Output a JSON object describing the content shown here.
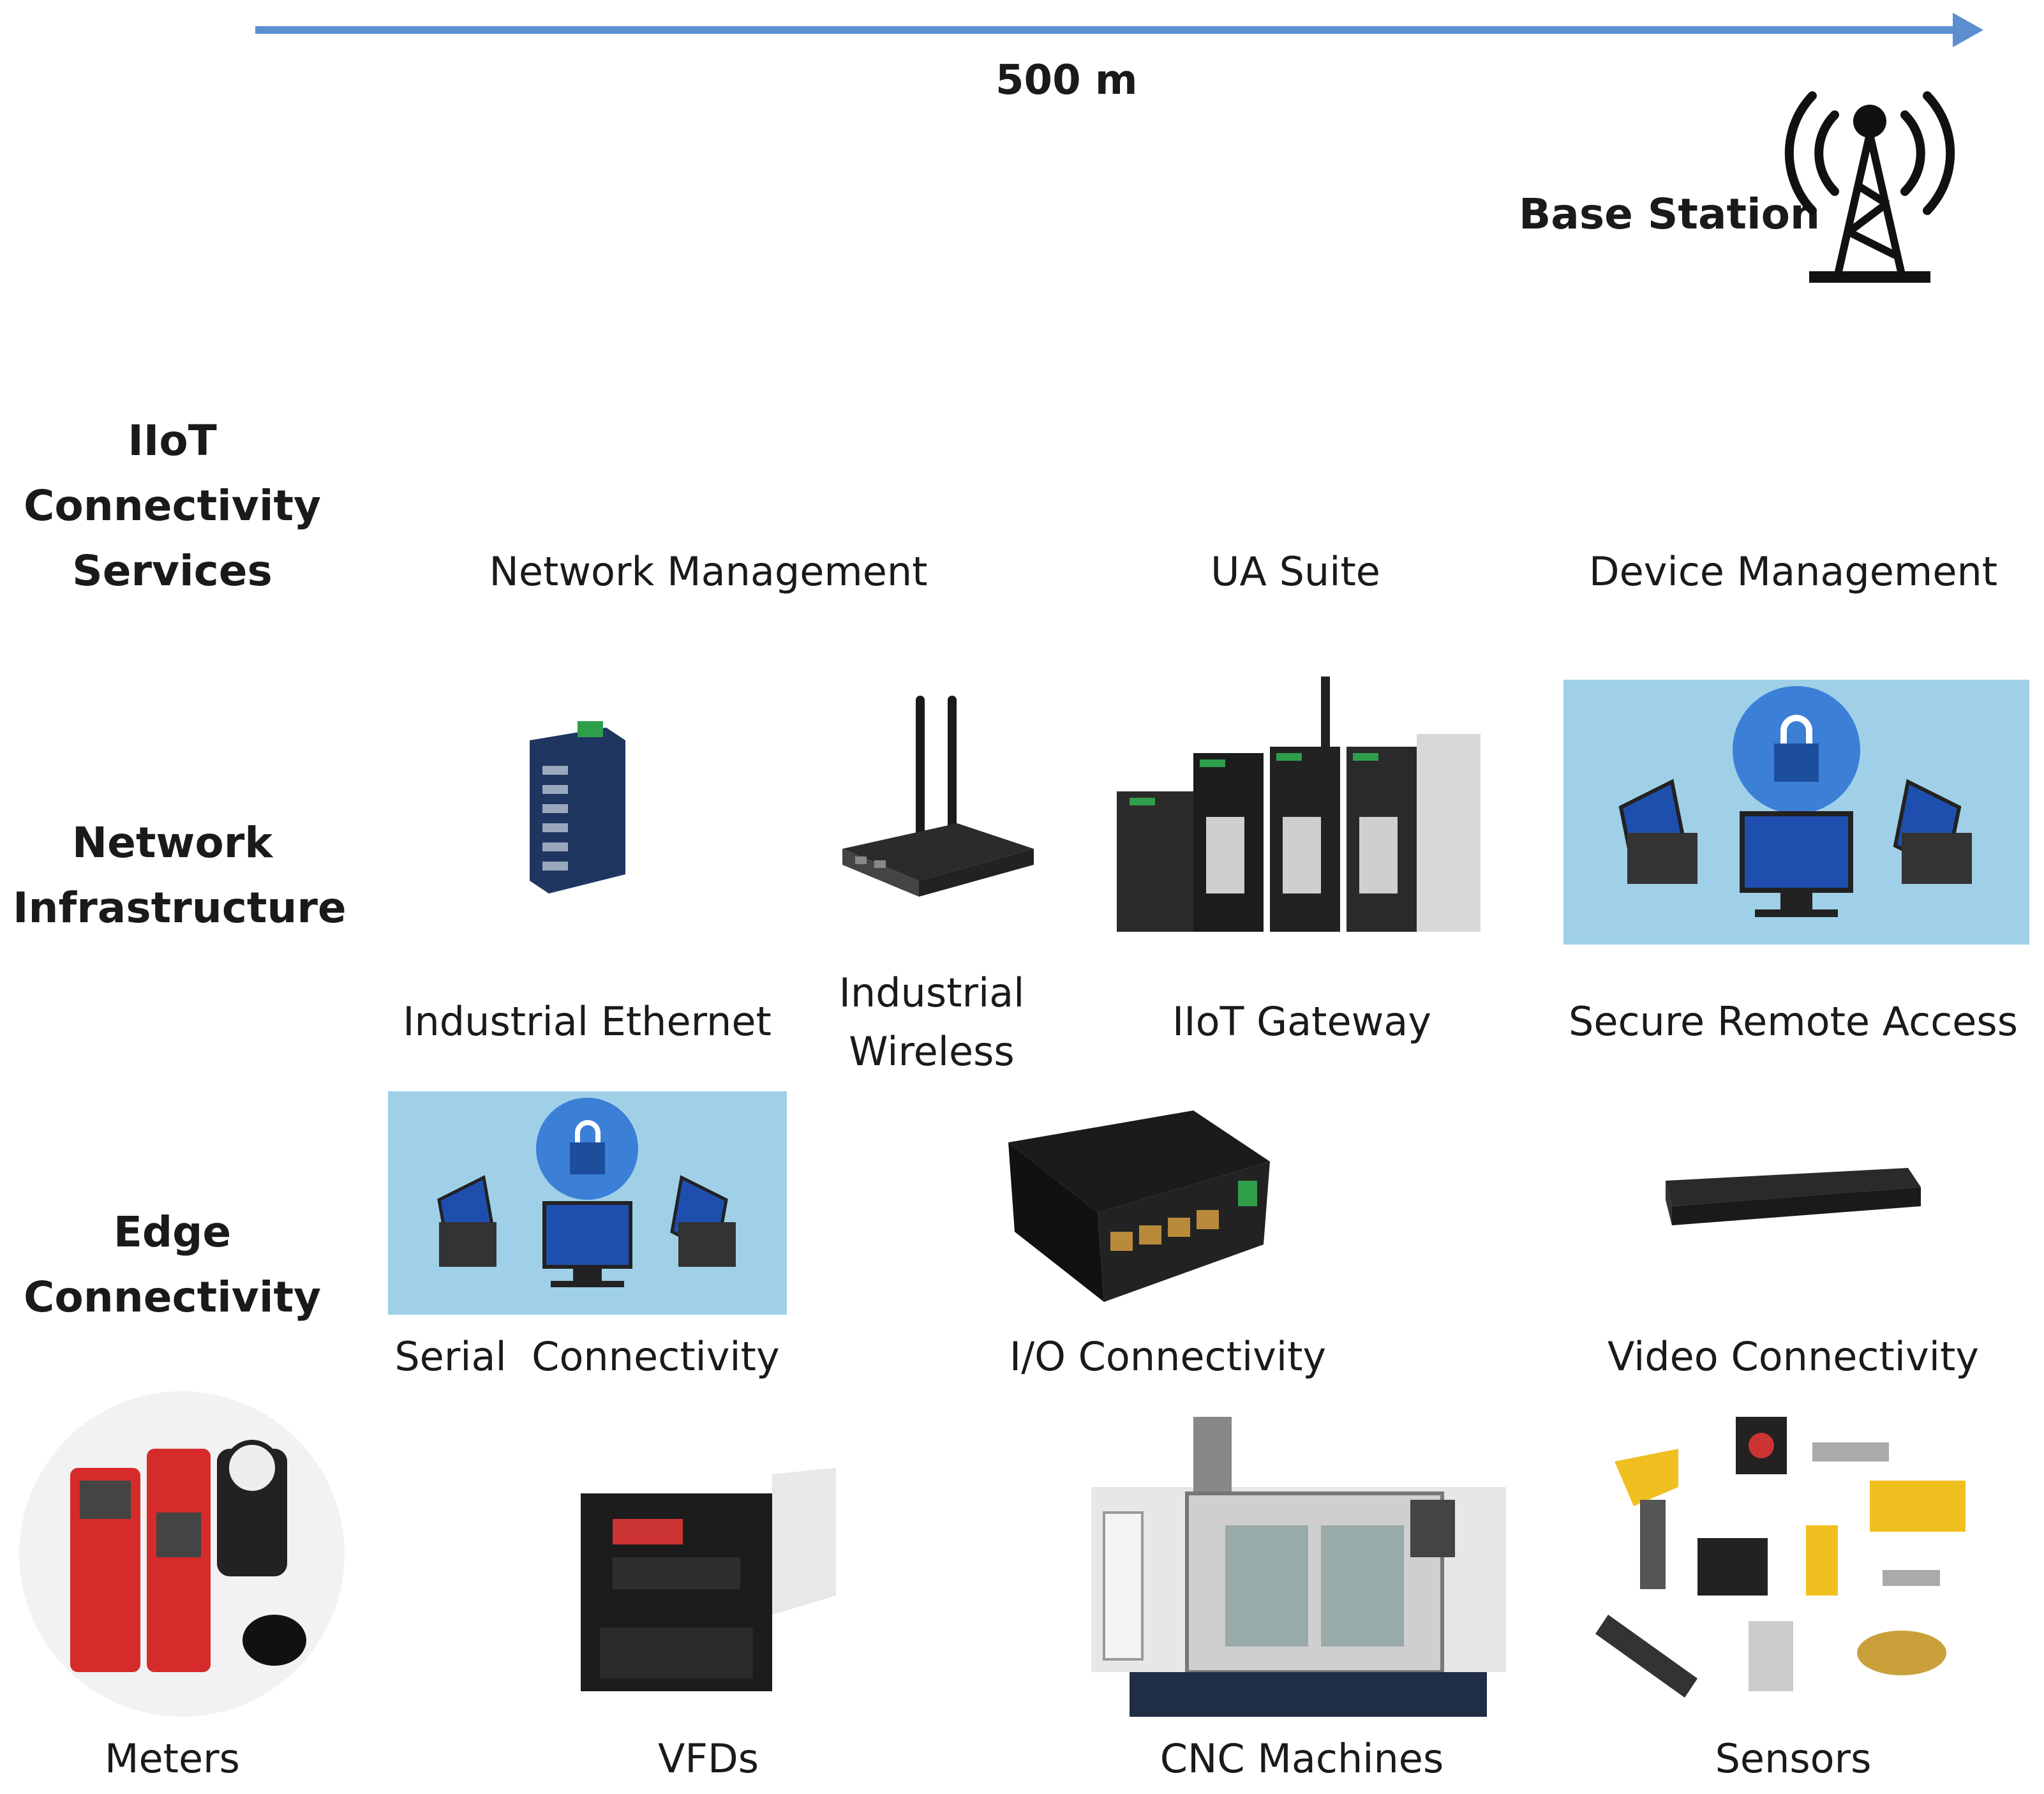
{
  "scale": {
    "distance": "500 m"
  },
  "base_station": {
    "label": "Base Station",
    "icon": "cell-tower-icon"
  },
  "rows": {
    "services": {
      "heading": [
        "IIoT",
        "Connectivity",
        "Services"
      ],
      "items": [
        "Network Management",
        "UA Suite",
        "Device Management"
      ]
    },
    "network": {
      "heading": [
        "Network",
        "Infrastructure"
      ],
      "items": [
        "Industrial Ethernet",
        "Industrial\nWireless",
        "IIoT Gateway",
        "Secure Remote Access"
      ]
    },
    "edge": {
      "heading": [
        "Edge",
        "Connectivity"
      ],
      "items": [
        "Serial  Connectivity",
        "I/O Connectivity",
        "Video Connectivity"
      ]
    },
    "devices": {
      "items": [
        "Meters",
        "VFDs",
        "CNC Machines",
        "Sensors"
      ]
    }
  },
  "colors": {
    "arrow": "#5b8fd0",
    "accent": "#3a7bd5"
  }
}
